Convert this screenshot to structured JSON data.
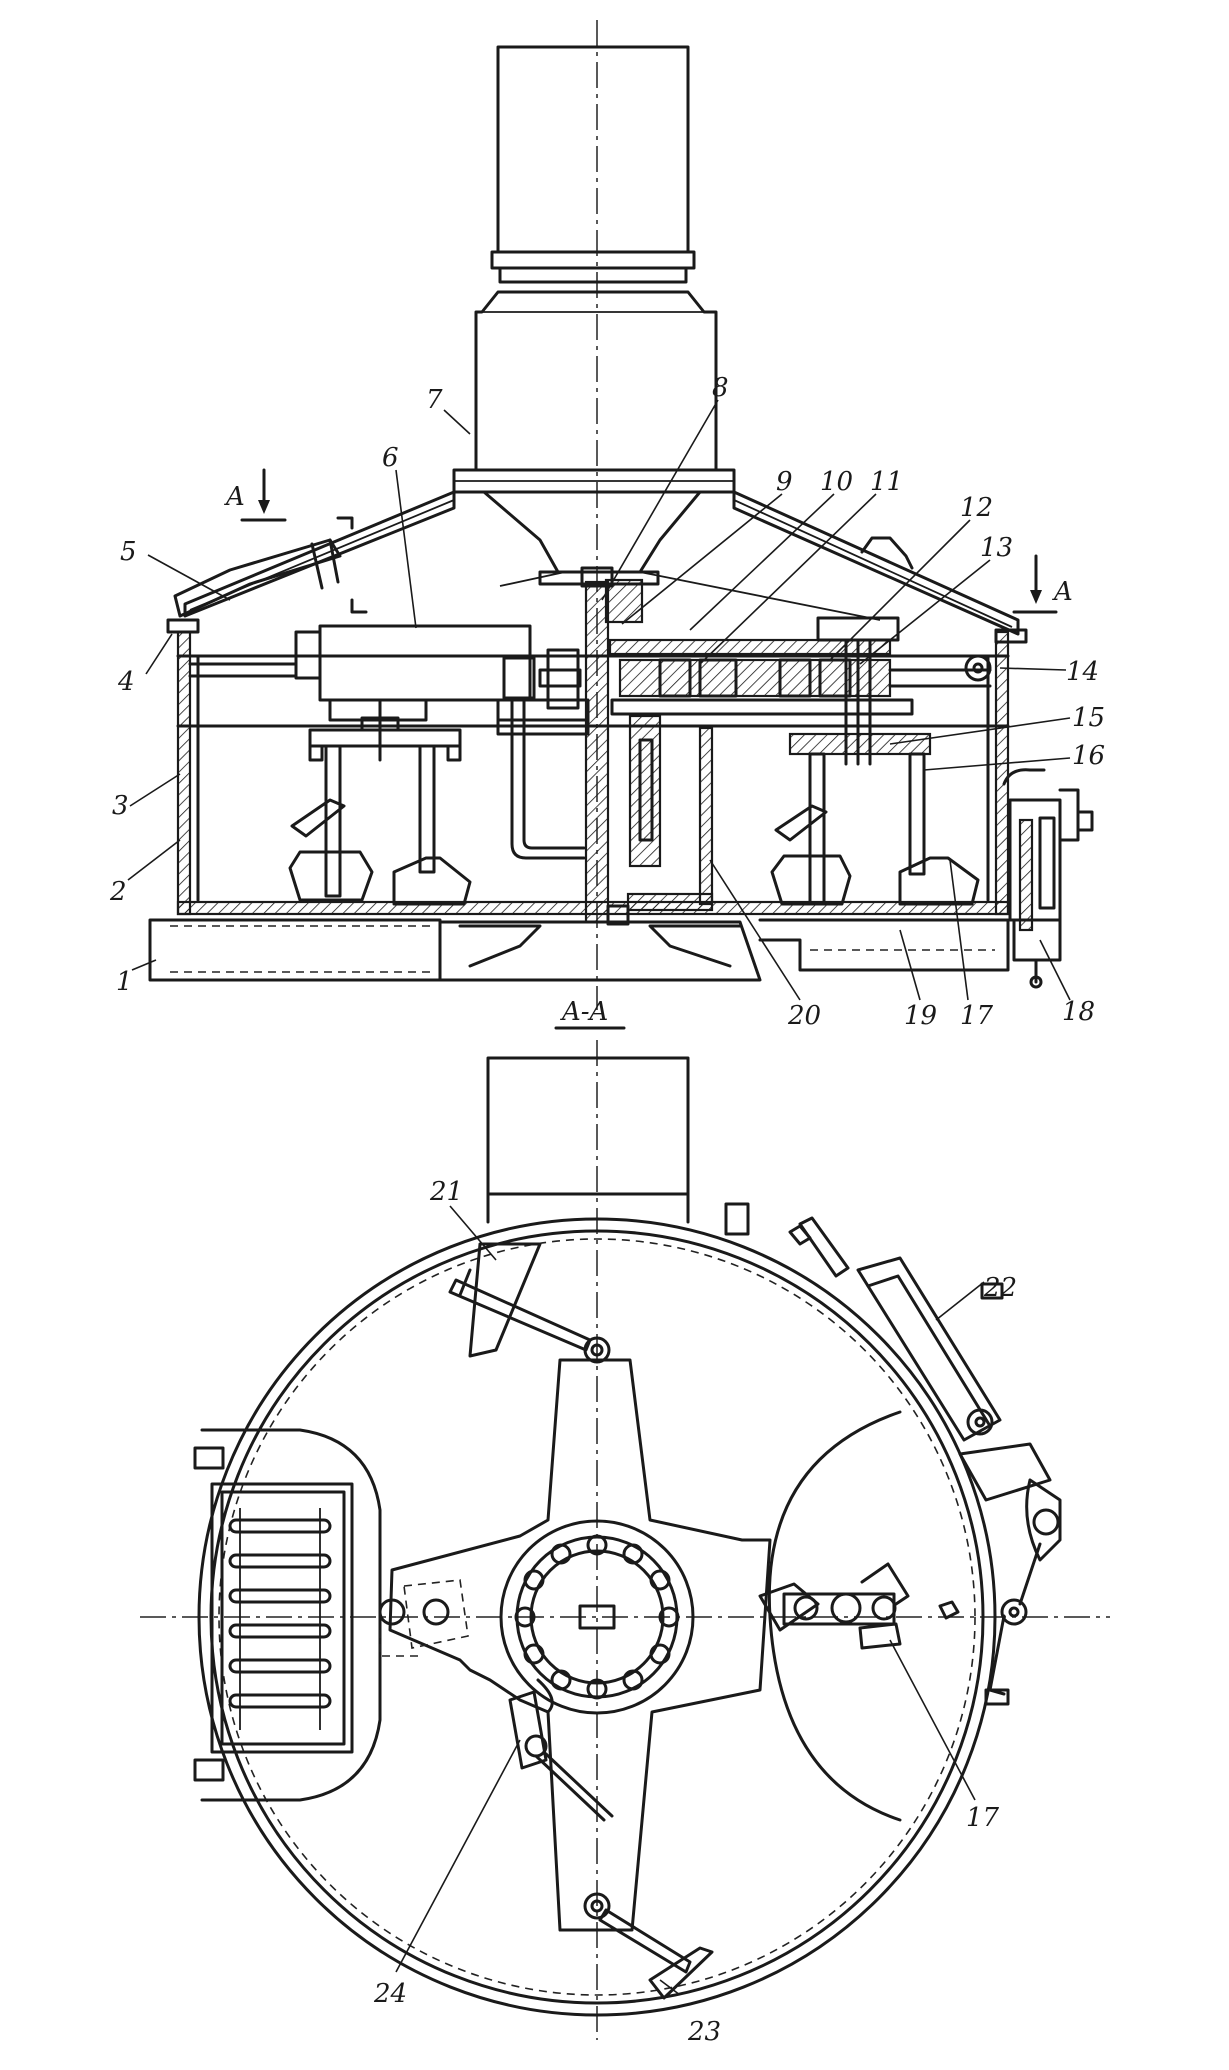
{
  "section_title": "A-A",
  "section_mark_left": "A",
  "section_mark_right": "A",
  "callouts": [
    "1",
    "2",
    "3",
    "4",
    "5",
    "6",
    "7",
    "8",
    "9",
    "10",
    "11",
    "12",
    "13",
    "14",
    "15",
    "16",
    "17",
    "18",
    "19",
    "20",
    "21",
    "22",
    "23",
    "24"
  ],
  "plan_callouts": {
    "c21": "21",
    "c22": "22",
    "c17": "17",
    "c23": "23",
    "c24": "24"
  }
}
